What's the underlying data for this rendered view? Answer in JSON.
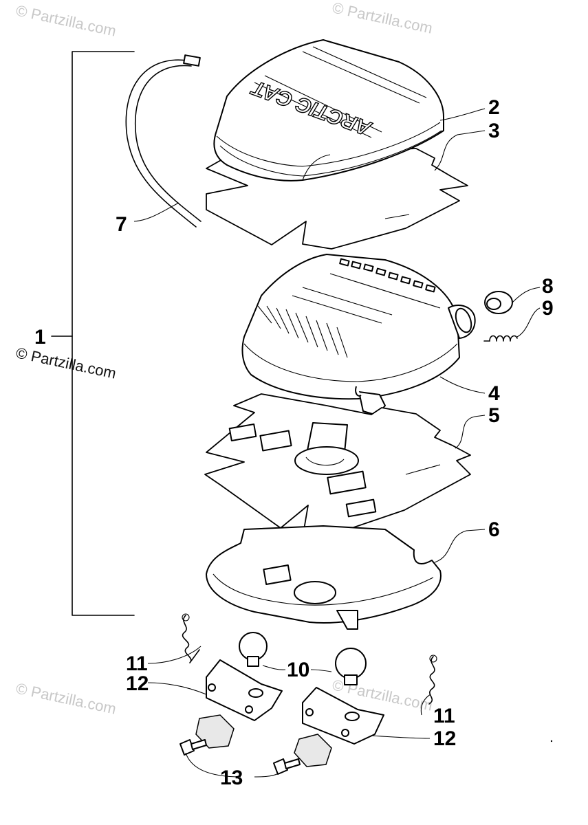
{
  "watermark": {
    "text": "© Partzilla.com",
    "color_light": "#c8c8c8",
    "color_dark": "#111111"
  },
  "logo_text": "ARCTIC CAT",
  "callouts": {
    "c1": "1",
    "c2": "2",
    "c3": "3",
    "c4": "4",
    "c5": "5",
    "c6": "6",
    "c7": "7",
    "c8": "8",
    "c9": "9",
    "c10": "10",
    "c11a": "11",
    "c11b": "11",
    "c12a": "12",
    "c12b": "12",
    "c13": "13"
  }
}
